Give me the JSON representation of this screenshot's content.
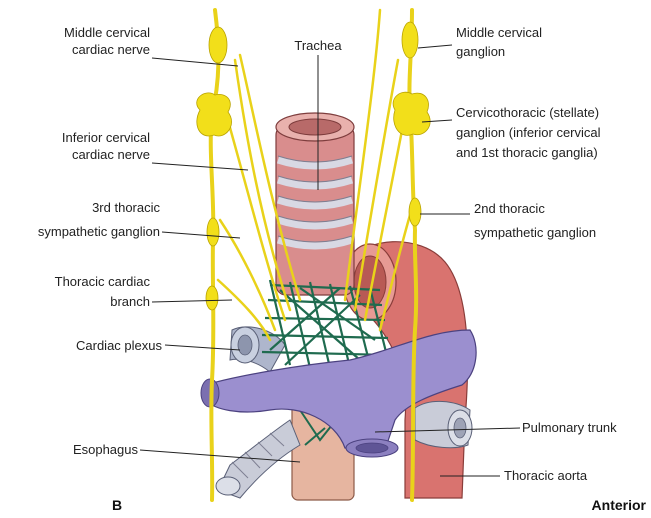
{
  "labels": {
    "middle_cervical_cardiac_nerve": [
      "Middle cervical",
      "cardiac nerve"
    ],
    "inferior_cervical_cardiac_nerve": [
      "Inferior cervical",
      "cardiac nerve"
    ],
    "third_thoracic_sympathetic_ganglion": [
      "3rd thoracic",
      "sympathetic ganglion"
    ],
    "thoracic_cardiac_branch": [
      "Thoracic cardiac",
      "branch"
    ],
    "cardiac_plexus": "Cardiac plexus",
    "esophagus": "Esophagus",
    "trachea": "Trachea",
    "middle_cervical_ganglion": [
      "Middle cervical",
      "ganglion"
    ],
    "cervicothoracic_ganglion": [
      "Cervicothoracic (stellate)",
      "ganglion (inferior cervical",
      "and 1st thoracic ganglia)"
    ],
    "second_thoracic_sympathetic_ganglion": [
      "2nd thoracic",
      "sympathetic ganglion"
    ],
    "pulmonary_trunk": "Pulmonary trunk",
    "thoracic_aorta": "Thoracic aorta",
    "panel_letter": "B",
    "orientation": "Anterior"
  },
  "colors": {
    "nerve": "#e9d21a",
    "trachea": "#d98d8d",
    "aorta": "#d9736f",
    "pulmonary_trunk": "#9b8fcf",
    "plexus": "#1f6b4f",
    "bronchus_rings": "#c9ccd8"
  }
}
